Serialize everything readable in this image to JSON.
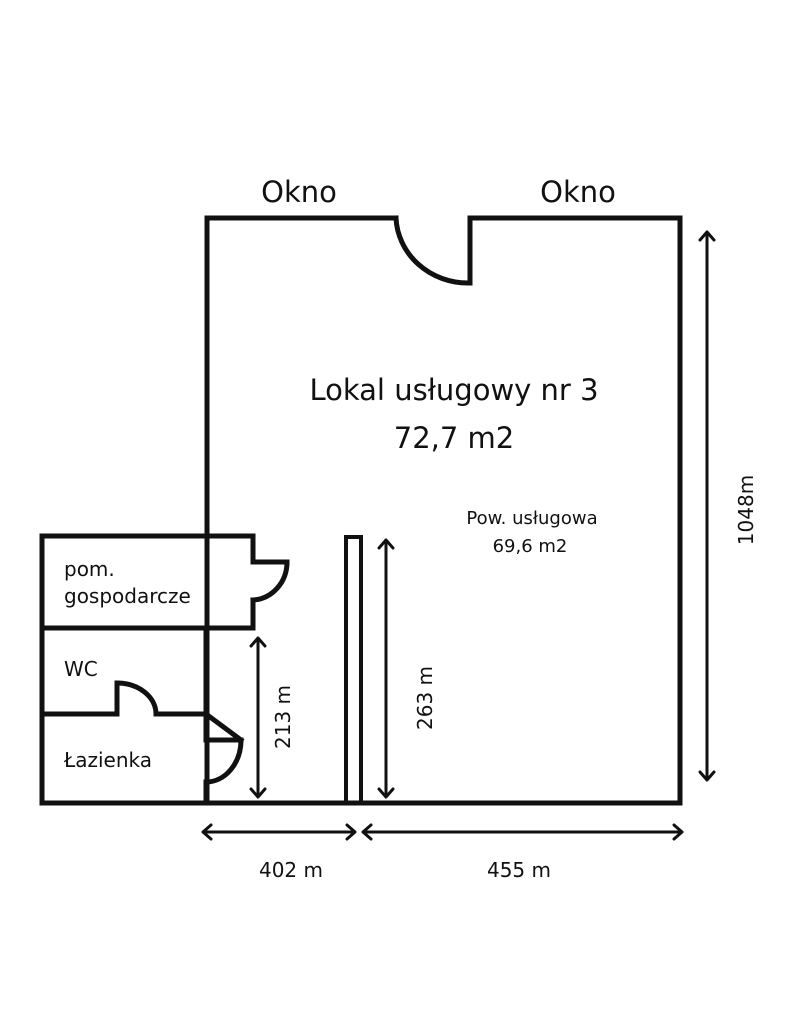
{
  "windows": [
    "Okno",
    "Okno"
  ],
  "unit": {
    "title": "Lokal usługowy nr 3",
    "area": "72,7 m2"
  },
  "service_area": {
    "label": "Pow. usługowa",
    "value": "69,6 m2"
  },
  "rooms": {
    "utility_line1": "pom.",
    "utility_line2": "gospodarcze",
    "wc": "WC",
    "bathroom": "Łazienka"
  },
  "dimensions": {
    "d213": "213 m",
    "d263": "263 m",
    "d1048": "1048m",
    "d402": "402 m",
    "d455": "455 m"
  },
  "colors": {
    "line": "#111111",
    "background": "#ffffff"
  }
}
